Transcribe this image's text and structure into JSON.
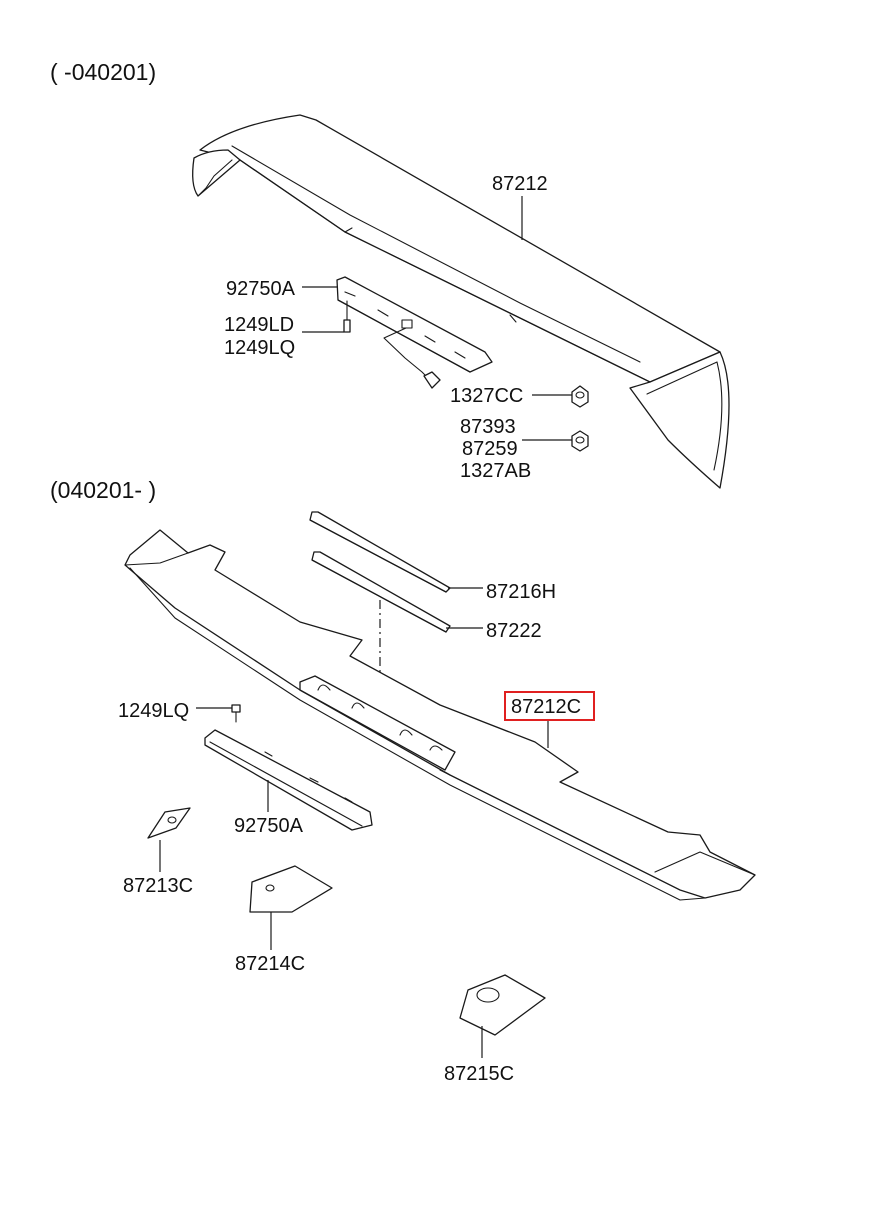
{
  "sections": {
    "top": "( -040201)",
    "bottom": "(040201- )"
  },
  "highlight_color": "#e02020",
  "labels": {
    "p87212": "87212",
    "p92750A_top": "92750A",
    "p1249LD": "1249LD",
    "p1249LQ_top": "1249LQ",
    "p1327CC": "1327CC",
    "p87393": "87393",
    "p87259": "87259",
    "p1327AB": "1327AB",
    "p87216H": "87216H",
    "p87222": "87222",
    "p87212C": "87212C",
    "p1249LQ_bottom": "1249LQ",
    "p92750A_bottom": "92750A",
    "p87213C": "87213C",
    "p87214C": "87214C",
    "p87215C": "87215C"
  }
}
